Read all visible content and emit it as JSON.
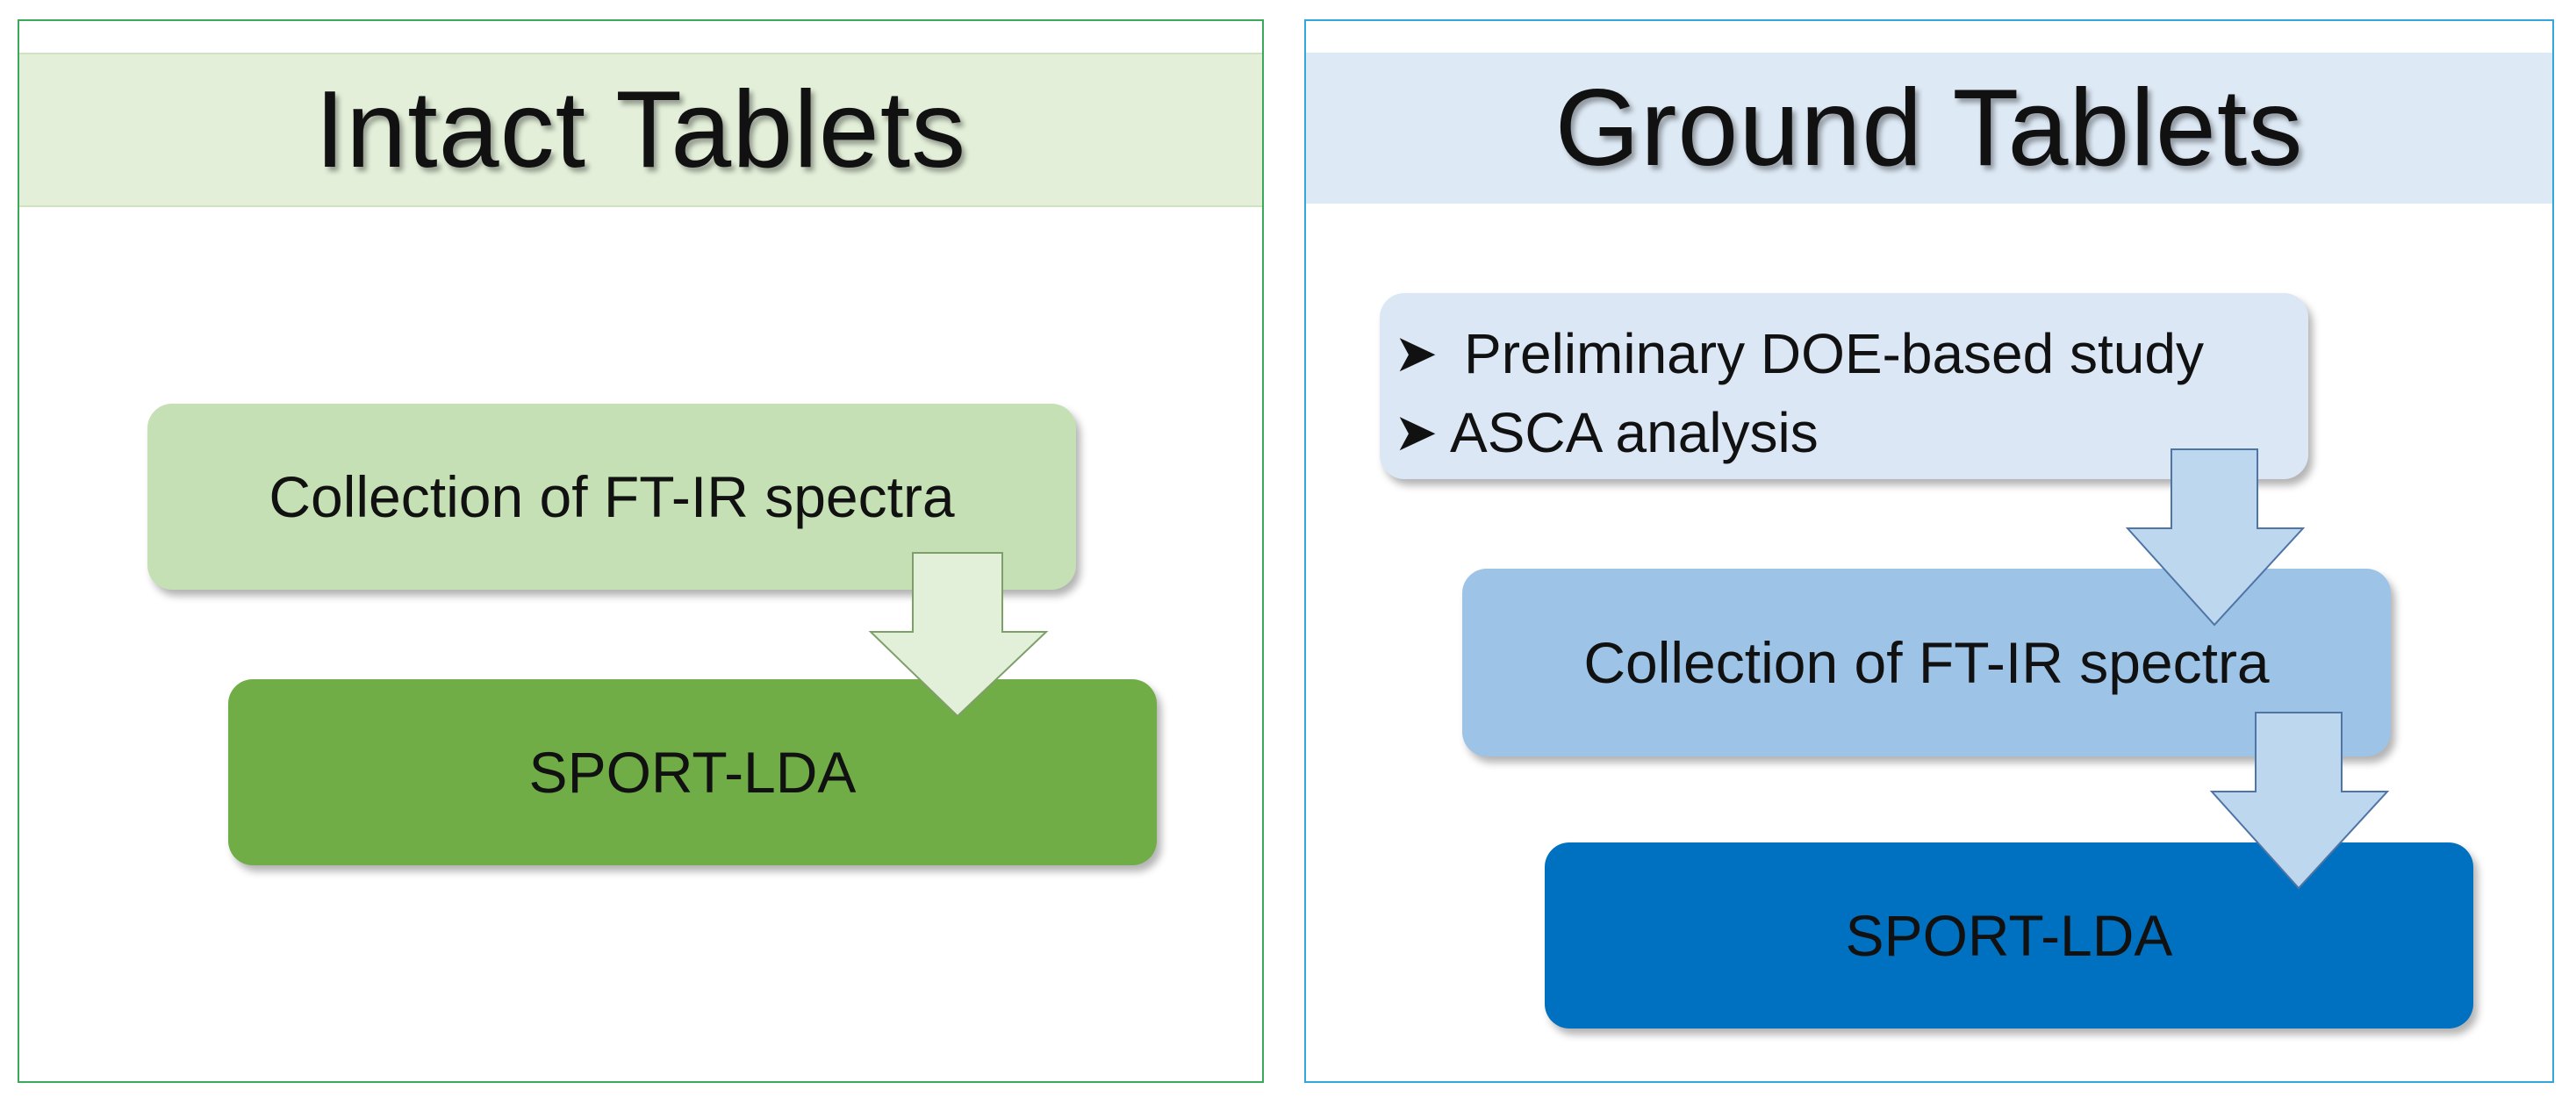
{
  "left_panel": {
    "title": "Intact Tablets",
    "collect_label": "Collection of FT-IR spectra",
    "sport_label": "SPORT-LDA"
  },
  "right_panel": {
    "title": "Ground Tablets",
    "bullets": [
      "Preliminary DOE-based study",
      "ASCA analysis"
    ],
    "collect_label": "Collection of FT-IR spectra",
    "sport_label": "SPORT-LDA"
  },
  "colors": {
    "left_border": "#3aaa5a",
    "right_border": "#33a6dc",
    "left_collect": "#c5e0b4",
    "left_sport": "#70ad47",
    "right_prelim": "#dbe7f5",
    "right_collect": "#9dc3e6",
    "right_sport": "#0070c0"
  }
}
